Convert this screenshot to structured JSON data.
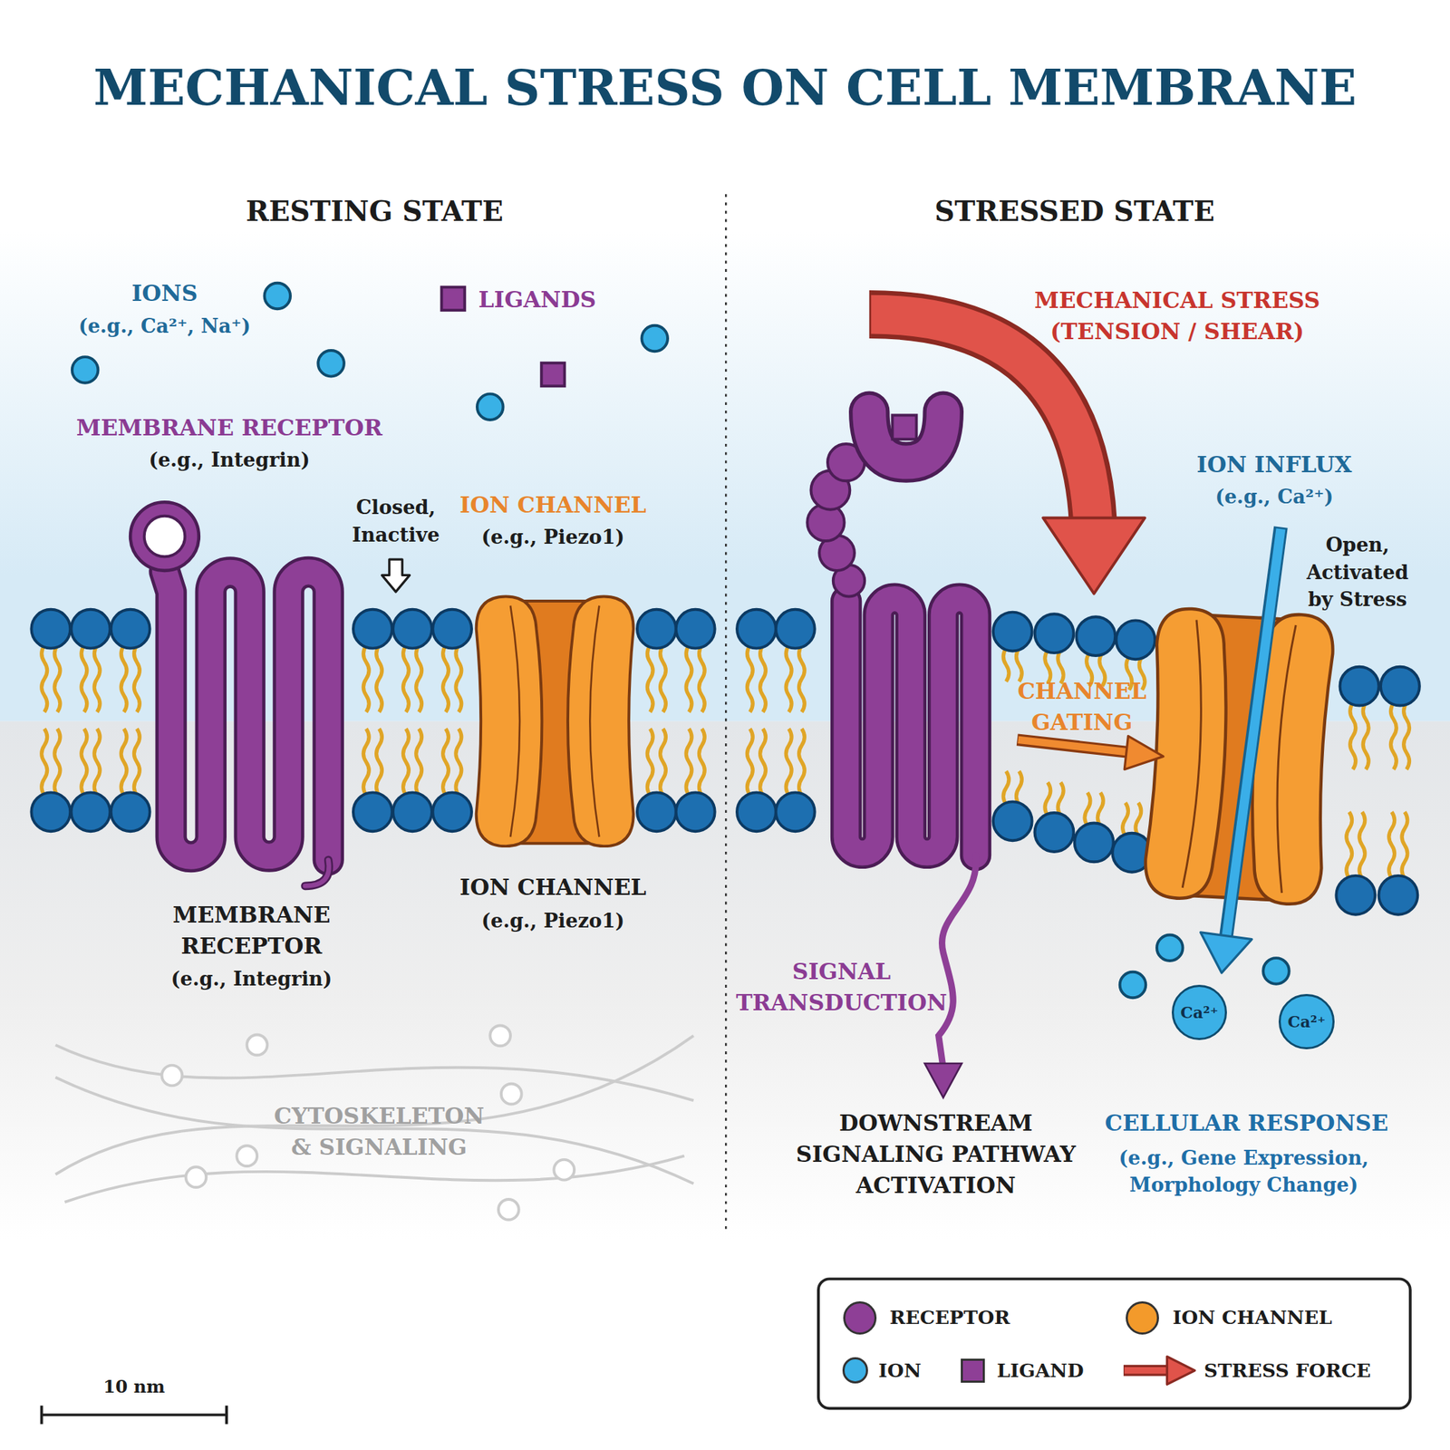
{
  "diagram": {
    "title": "MECHANICAL STRESS ON CELL MEMBRANE",
    "nodes": [
      {
        "text": [
          "Ca²⁺"
        ]
      },
      {
        "text": [
          "Ca²⁺"
        ]
      }
    ],
    "labels": [
      "RESTING STATE",
      "STRESSED STATE",
      "IONS",
      "(e.g., Ca²⁺, Na⁺)",
      "LIGANDS",
      "MEMBRANE RECEPTOR",
      "(e.g., Integrin)",
      "Closed, Inactive",
      "ION CHANNEL",
      "(e.g., Piezo1)",
      "MEMBRANE RECEPTOR",
      "(e.g., Integrin)",
      "ION CHANNEL",
      "(e.g., Piezo1)",
      "CYTOSKELETON & SIGNALING",
      "MECHANICAL STRESS (TENSION / SHEAR)",
      "ION INFLUX",
      "(e.g., Ca²⁺)",
      "Open, Activated by Stress",
      "CHANNEL GATING",
      "SIGNAL TRANSDUCTION",
      "DOWNSTREAM SIGNALING PATHWAY ACTIVATION",
      "CELLULAR RESPONSE",
      "(e.g., Gene Expression, Morphology Change)",
      "10 nm"
    ],
    "legend": [
      {
        "text": "RECEPTOR",
        "color": "#8e3f96"
      },
      {
        "text": "ION CHANNEL",
        "color": "#f39a2b"
      },
      {
        "text": "ION",
        "color": "#3bb0e6"
      },
      {
        "text": "LIGAND",
        "color": "#8e3f96"
      },
      {
        "text": "STRESS FORCE"
      }
    ]
  }
}
